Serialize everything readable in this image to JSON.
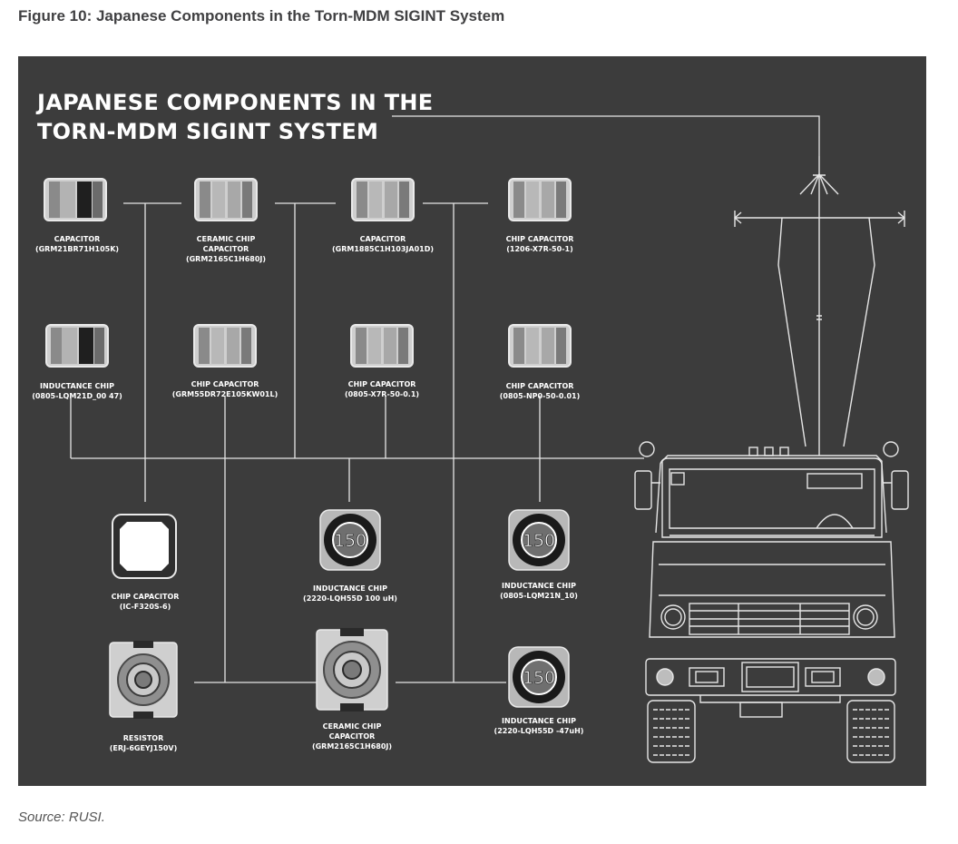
{
  "figure_title": "Figure 10: Japanese Components in the Torn-MDM SIGINT System",
  "diagram": {
    "title_line1": "JAPANESE COMPONENTS IN THE",
    "title_line2": "TORN-MDM SIGINT SYSTEM",
    "components": [
      {
        "id": "c1",
        "line1": "CAPACITOR",
        "line2": "(GRM21BR71H105K)",
        "line3": ""
      },
      {
        "id": "c2",
        "line1": "CERAMIC CHIP",
        "line2": "CAPACITOR",
        "line3": "(GRM2165C1H680J)"
      },
      {
        "id": "c3",
        "line1": "CAPACITOR",
        "line2": "(GRM1885C1H103JA01D)",
        "line3": ""
      },
      {
        "id": "c4",
        "line1": "CHIP CAPACITOR",
        "line2": "(1206-X7R-50-1)",
        "line3": ""
      },
      {
        "id": "c5",
        "line1": "INDUCTANCE CHIP",
        "line2": "(0805-LQM21D_00 47)",
        "line3": ""
      },
      {
        "id": "c6",
        "line1": "CHIP CAPACITOR",
        "line2": "(GRM55DR72E105KW01L)",
        "line3": ""
      },
      {
        "id": "c7",
        "line1": "CHIP CAPACITOR",
        "line2": "(0805-X7R-50-0.1)",
        "line3": ""
      },
      {
        "id": "c8",
        "line1": "CHIP CAPACITOR",
        "line2": "(0805-NP0-50-0.01)",
        "line3": ""
      },
      {
        "id": "c9",
        "line1": "CHIP CAPACITOR",
        "line2": "(IC-F320S-6)",
        "line3": ""
      },
      {
        "id": "c10",
        "line1": "INDUCTANCE CHIP",
        "line2": "(2220-LQH55D 100 uH)",
        "line3": ""
      },
      {
        "id": "c11",
        "line1": "INDUCTANCE CHIP",
        "line2": "(0805-LQM21N_10)",
        "line3": ""
      },
      {
        "id": "c12",
        "line1": "RESISTOR",
        "line2": "(ERJ-6GEYJ150V)",
        "line3": ""
      },
      {
        "id": "c13",
        "line1": "CERAMIC CHIP",
        "line2": "CAPACITOR",
        "line3": "(GRM2165C1H680J)"
      },
      {
        "id": "c14",
        "line1": "INDUCTANCE CHIP",
        "line2": "(2220-LQH55D -47uH)",
        "line3": ""
      }
    ],
    "inductor_marking": "150"
  },
  "source": "Source: RUSI.",
  "colors": {
    "panel": "#3c3c3c",
    "line": "#e6e6e6",
    "title": "#404042"
  }
}
